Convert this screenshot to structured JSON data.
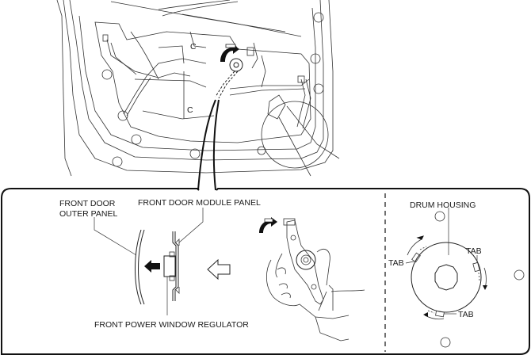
{
  "diagram": {
    "title": "Front power window regulator removal",
    "top_view": {
      "subject": "front door inner side with module panel",
      "icons": [
        "rotate-arrow-icon",
        "bolt-icon"
      ]
    },
    "inset_left": {
      "labels": {
        "outer_panel_line1": "FRONT DOOR",
        "outer_panel_line2": "OUTER PANEL",
        "module_panel": "FRONT DOOR MODULE PANEL",
        "regulator": "FRONT POWER WINDOW REGULATOR"
      },
      "arrows": [
        "push-direction-arrow-solid",
        "push-direction-arrow-outline",
        "rotate-arrow"
      ]
    },
    "inset_right": {
      "labels": {
        "drum_housing": "DRUM HOUSING",
        "tab_left": "TAB",
        "tab_right": "TAB",
        "tab_bottom": "TAB"
      },
      "tab_count": 3,
      "rotation": "clockwise"
    },
    "colors": {
      "line": "#222222",
      "background": "#ffffff",
      "fill_dark": "#111111"
    }
  }
}
